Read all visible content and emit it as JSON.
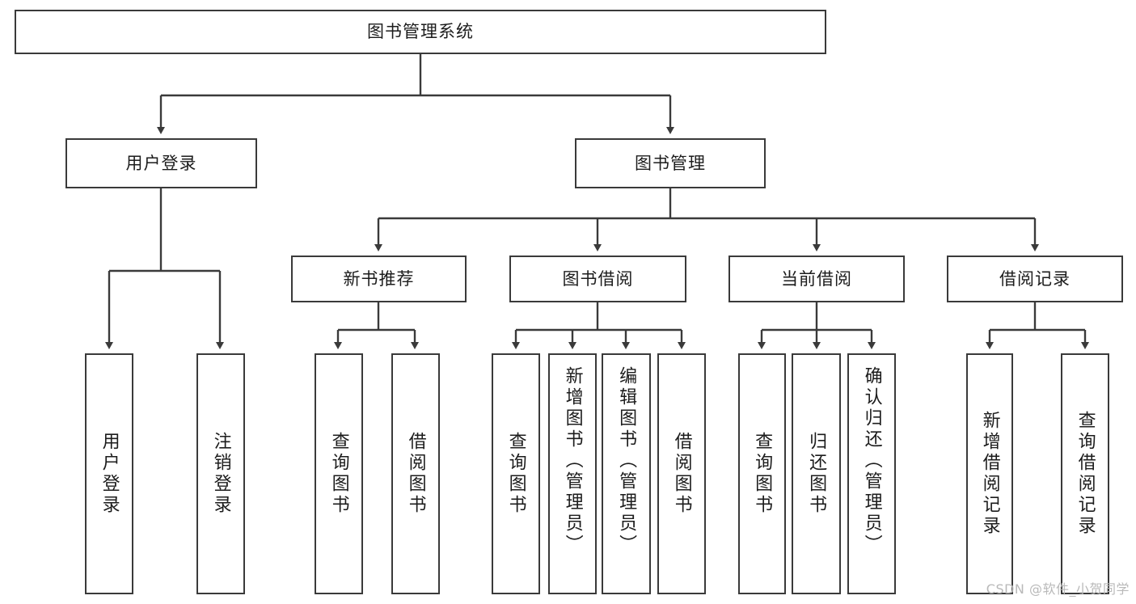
{
  "diagram": {
    "type": "hierarchy-tree",
    "title": "图书管理系统",
    "root": {
      "label": "图书管理系统"
    },
    "level2": [
      {
        "label": "用户登录"
      },
      {
        "label": "图书管理"
      }
    ],
    "level3": [
      {
        "label": "新书推荐",
        "parent": "图书管理"
      },
      {
        "label": "图书借阅",
        "parent": "图书管理"
      },
      {
        "label": "当前借阅",
        "parent": "图书管理"
      },
      {
        "label": "借阅记录",
        "parent": "图书管理"
      }
    ],
    "leaves": {
      "user_login": [
        {
          "label": "用户登录"
        },
        {
          "label": "注销登录"
        }
      ],
      "new_book": [
        {
          "label": "查询图书"
        },
        {
          "label": "借阅图书"
        }
      ],
      "book_borrow": [
        {
          "label": "查询图书"
        },
        {
          "label": "新增图书（管理员）"
        },
        {
          "label": "编辑图书（管理员）"
        },
        {
          "label": "借阅图书"
        }
      ],
      "current_borrow": [
        {
          "label": "查询图书"
        },
        {
          "label": "归还图书"
        },
        {
          "label": "确认归还（管理员）"
        }
      ],
      "borrow_record": [
        {
          "label": "新增借阅记录"
        },
        {
          "label": "查询借阅记录"
        }
      ]
    }
  },
  "watermark": {
    "text": "CSDN @软件_小贺同学"
  },
  "colors": {
    "stroke": "#3a3a3a",
    "background": "#ffffff",
    "text": "#1c1c1c",
    "watermark": "#b9b9b9"
  }
}
